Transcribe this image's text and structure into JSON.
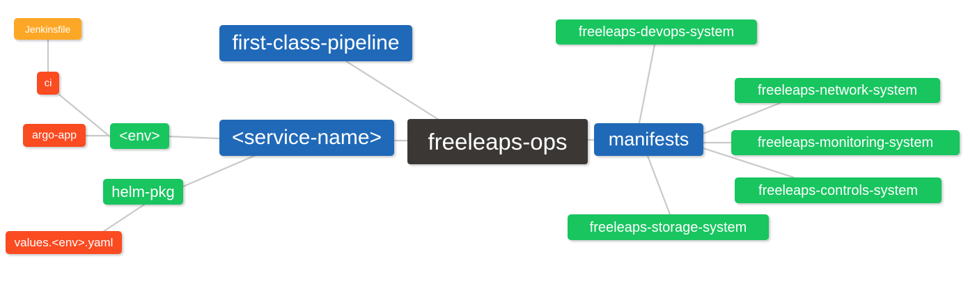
{
  "diagram": {
    "type": "mind-map",
    "title": "freeleaps-ops",
    "background_color": "#ffffff",
    "edge_color": "#c9c9c9",
    "palette": {
      "root": "#3b3734",
      "blue": "#2069b8",
      "green": "#18c55f",
      "orange": "#fda726",
      "red": "#fa4b21"
    }
  },
  "nodes": {
    "root": {
      "label": "freeleaps-ops",
      "color": "#3b3734"
    },
    "service_name": {
      "label": "<service-name>",
      "color": "#2069b8"
    },
    "first_class_pipeline": {
      "label": "first-class-pipeline",
      "color": "#2069b8"
    },
    "manifests": {
      "label": "manifests",
      "color": "#2069b8"
    },
    "env": {
      "label": "<env>",
      "color": "#18c55f"
    },
    "helm_pkg": {
      "label": "helm-pkg",
      "color": "#18c55f"
    },
    "jenkinsfile": {
      "label": "Jenkinsfile",
      "color": "#fda726"
    },
    "ci": {
      "label": "ci",
      "color": "#fa4b21"
    },
    "argo_app": {
      "label": "argo-app",
      "color": "#fa4b21"
    },
    "values_yaml": {
      "label": "values.<env>.yaml",
      "color": "#fa4b21"
    },
    "devops_system": {
      "label": "freeleaps-devops-system",
      "color": "#18c55f"
    },
    "network_system": {
      "label": "freeleaps-network-system",
      "color": "#18c55f"
    },
    "monitoring_system": {
      "label": "freeleaps-monitoring-system",
      "color": "#18c55f"
    },
    "controls_system": {
      "label": "freeleaps-controls-system",
      "color": "#18c55f"
    },
    "storage_system": {
      "label": "freeleaps-storage-system",
      "color": "#18c55f"
    }
  },
  "edges": [
    {
      "from": "root",
      "to": "service_name"
    },
    {
      "from": "root",
      "to": "first_class_pipeline"
    },
    {
      "from": "root",
      "to": "manifests"
    },
    {
      "from": "service_name",
      "to": "env"
    },
    {
      "from": "service_name",
      "to": "helm_pkg"
    },
    {
      "from": "env",
      "to": "ci"
    },
    {
      "from": "env",
      "to": "argo_app"
    },
    {
      "from": "ci",
      "to": "jenkinsfile"
    },
    {
      "from": "helm_pkg",
      "to": "values_yaml"
    },
    {
      "from": "manifests",
      "to": "devops_system"
    },
    {
      "from": "manifests",
      "to": "network_system"
    },
    {
      "from": "manifests",
      "to": "monitoring_system"
    },
    {
      "from": "manifests",
      "to": "controls_system"
    },
    {
      "from": "manifests",
      "to": "storage_system"
    }
  ]
}
